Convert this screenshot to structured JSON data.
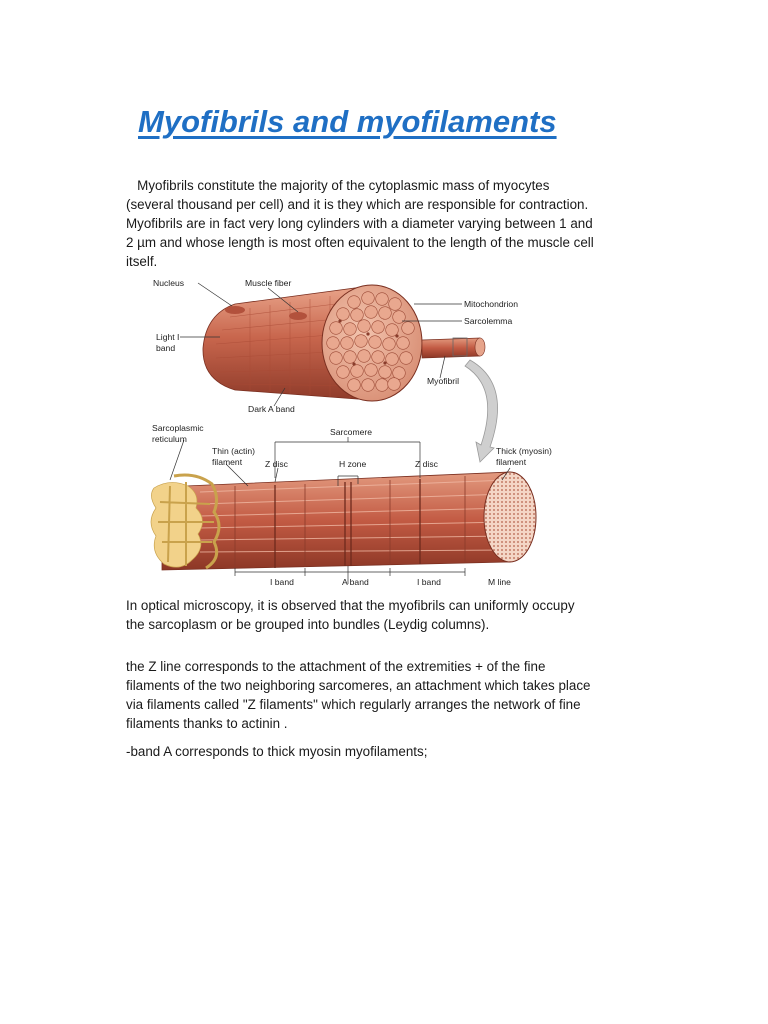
{
  "title": "Myofibrils and myofilaments",
  "paragraphs": {
    "intro": "   Myofibrils constitute the majority of the cytoplasmic mass of myocytes (several thousand per cell) and it is they which are responsible for contraction. Myofibrils are in fact very long cylinders with a diameter varying between 1 and 2 µm and whose length is most often equivalent to the length of the muscle cell itself.",
    "microscopy": "In optical microscopy, it is observed that the myofibrils can uniformly occupy the sarcoplasm or be grouped into bundles (Leydig columns).",
    "z_line": "the Z line corresponds to the attachment of the extremities + of the fine filaments of the two neighboring sarcomeres, an attachment which takes place via filaments called \"Z filaments\" which regularly arranges the network of fine filaments thanks to actinin .",
    "band_a": "-band A corresponds to thick myosin myofilaments;"
  },
  "diagram": {
    "labels": {
      "nucleus": "Nucleus",
      "muscle_fiber": "Muscle fiber",
      "mitochondrion": "Mitochondrion",
      "sarcolemma": "Sarcolemma",
      "light_band_1": "Light I",
      "light_band_2": "band",
      "myofibril": "Myofibril",
      "dark_a_band": "Dark A band",
      "sarcoplasmic_1": "Sarcoplasmic",
      "sarcoplasmic_2": "reticulum",
      "sarcomere": "Sarcomere",
      "thin_1": "Thin (actin)",
      "thin_2": "filament",
      "z_disc_left": "Z disc",
      "h_zone": "H zone",
      "z_disc_right": "Z disc",
      "thick_1": "Thick (myosin)",
      "thick_2": "filament",
      "i_band_left": "I band",
      "a_band": "A band",
      "i_band_right": "I band",
      "m_line": "M line"
    }
  }
}
